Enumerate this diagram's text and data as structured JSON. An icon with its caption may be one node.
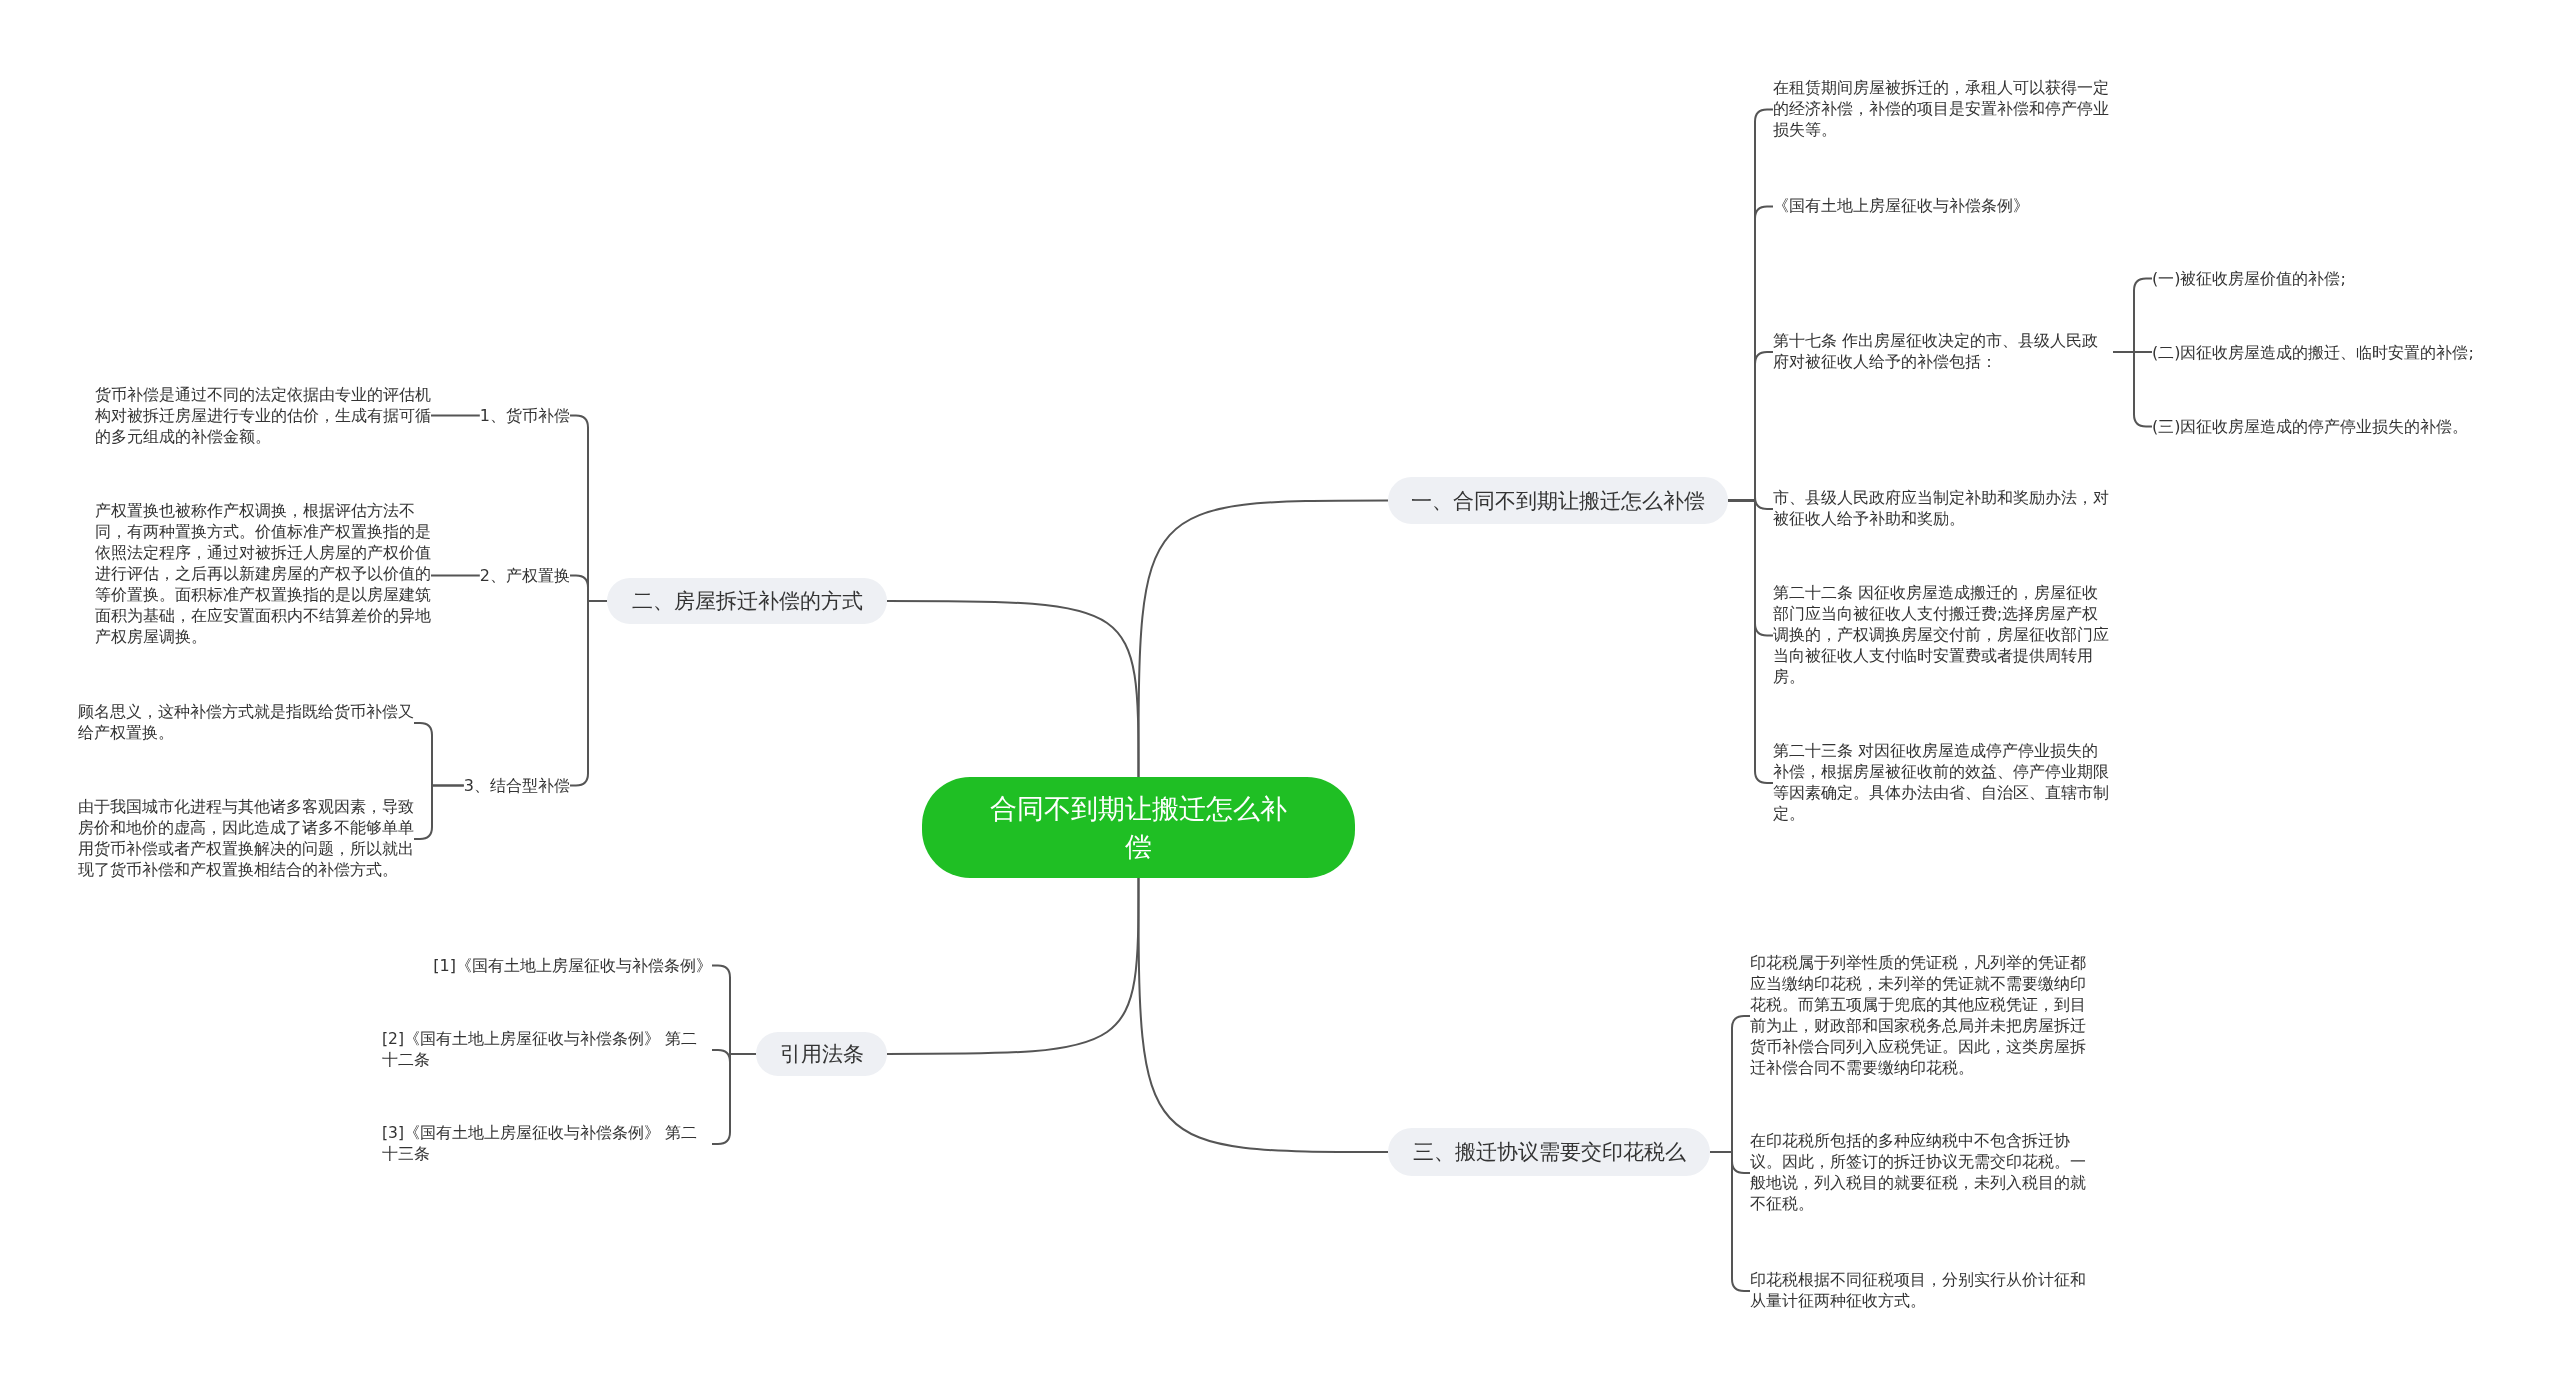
{
  "diagram": {
    "nodes": [
      {
        "text": [
          "合同不到期让搬迁怎么补偿"
        ]
      },
      {
        "text": [
          "一、合同不到期让搬迁怎么补偿"
        ]
      },
      {
        "text": [
          "在租赁期间房屋被拆迁的，承租人可以获得一定的经济补偿，补偿的项目是安置补偿和停产停业损失等。"
        ]
      },
      {
        "text": [
          "《国有土地上房屋征收与补偿条例》"
        ]
      },
      {
        "text": [
          "第十七条 作出房屋征收决定的市、县级人民政府对被征收人给予的补偿包括："
        ]
      },
      {
        "text": [
          "(一)被征收房屋价值的补偿;"
        ]
      },
      {
        "text": [
          "(二)因征收房屋造成的搬迁、临时安置的补偿;"
        ]
      },
      {
        "text": [
          "(三)因征收房屋造成的停产停业损失的补偿。"
        ]
      },
      {
        "text": [
          "市、县级人民政府应当制定补助和奖励办法，对被征收人给予补助和奖励。"
        ]
      },
      {
        "text": [
          "第二十二条 因征收房屋造成搬迁的，房屋征收部门应当向被征收人支付搬迁费;选择房屋产权调换的，产权调换房屋交付前，房屋征收部门应当向被征收人支付临时安置费或者提供周转用房。"
        ]
      },
      {
        "text": [
          "第二十三条 对因征收房屋造成停产停业损失的补偿，根据房屋被征收前的效益、停产停业期限等因素确定。具体办法由省、自治区、直辖市制定。"
        ]
      },
      {
        "text": [
          "二、房屋拆迁补偿的方式"
        ]
      },
      {
        "text": [
          "1、货币补偿"
        ]
      },
      {
        "text": [
          "货币补偿是通过不同的法定依据由专业的评估机构对被拆迁房屋进行专业的估价，生成有据可循的多元组成的补偿金额。"
        ]
      },
      {
        "text": [
          "2、产权置换"
        ]
      },
      {
        "text": [
          "产权置换也被称作产权调换，根据评估方法不同，有两种置换方式。价值标准产权置换指的是依照法定程序，通过对被拆迁人房屋的产权价值进行评估，之后再以新建房屋的产权予以价值的等价置换。面积标准产权置换指的是以房屋建筑面积为基础，在应安置面积内不结算差价的异地产权房屋调换。"
        ]
      },
      {
        "text": [
          "3、结合型补偿"
        ]
      },
      {
        "text": [
          "顾名思义，这种补偿方式就是指既给货币补偿又给产权置换。"
        ]
      },
      {
        "text": [
          "由于我国城市化进程与其他诸多客观因素，导致房价和地价的虚高，因此造成了诸多不能够单单用货币补偿或者产权置换解决的问题，所以就出现了货币补偿和产权置换相结合的补偿方式。"
        ]
      },
      {
        "text": [
          "引用法条"
        ]
      },
      {
        "text": [
          "[1]《国有土地上房屋征收与补偿条例》"
        ]
      },
      {
        "text": [
          "[2]《国有土地上房屋征收与补偿条例》 第二十二条"
        ]
      },
      {
        "text": [
          "[3]《国有土地上房屋征收与补偿条例》 第二十三条"
        ]
      },
      {
        "text": [
          "三、搬迁协议需要交印花税么"
        ]
      },
      {
        "text": [
          "印花税属于列举性质的凭证税，凡列举的凭证都应当缴纳印花税，未列举的凭证就不需要缴纳印花税。而第五项属于兜底的其他应税凭证，到目前为止，财政部和国家税务总局并未把房屋拆迁货币补偿合同列入应税凭证。因此，这类房屋拆迁补偿合同不需要缴纳印花税。"
        ]
      },
      {
        "text": [
          "在印花税所包括的多种应纳税中不包含拆迁协议。因此，所签订的拆迁协议无需交印花税。一般地说，列入税目的就要征税，未列入税目的就不征税。"
        ]
      },
      {
        "text": [
          "印花税根据不同征税项目，分别实行从价计征和从量计征两种征收方式。"
        ]
      }
    ],
    "edges": [
      {
        "from": 0,
        "to": 1,
        "arrow": "none"
      },
      {
        "from": 1,
        "to": 2,
        "arrow": "none"
      },
      {
        "from": 1,
        "to": 3,
        "arrow": "none"
      },
      {
        "from": 1,
        "to": 4,
        "arrow": "none"
      },
      {
        "from": 4,
        "to": 5,
        "arrow": "none"
      },
      {
        "from": 4,
        "to": 6,
        "arrow": "none"
      },
      {
        "from": 4,
        "to": 7,
        "arrow": "none"
      },
      {
        "from": 1,
        "to": 8,
        "arrow": "none"
      },
      {
        "from": 1,
        "to": 9,
        "arrow": "none"
      },
      {
        "from": 1,
        "to": 10,
        "arrow": "none"
      },
      {
        "from": 0,
        "to": 11,
        "arrow": "none"
      },
      {
        "from": 11,
        "to": 12,
        "arrow": "none"
      },
      {
        "from": 12,
        "to": 13,
        "arrow": "none"
      },
      {
        "from": 11,
        "to": 14,
        "arrow": "none"
      },
      {
        "from": 14,
        "to": 15,
        "arrow": "none"
      },
      {
        "from": 11,
        "to": 16,
        "arrow": "none"
      },
      {
        "from": 16,
        "to": 17,
        "arrow": "none"
      },
      {
        "from": 16,
        "to": 18,
        "arrow": "none"
      },
      {
        "from": 0,
        "to": 19,
        "arrow": "none"
      },
      {
        "from": 19,
        "to": 20,
        "arrow": "none"
      },
      {
        "from": 19,
        "to": 21,
        "arrow": "none"
      },
      {
        "from": 19,
        "to": 22,
        "arrow": "none"
      },
      {
        "from": 0,
        "to": 23,
        "arrow": "none"
      },
      {
        "from": 23,
        "to": 24,
        "arrow": "none"
      },
      {
        "from": 23,
        "to": 25,
        "arrow": "none"
      },
      {
        "from": 23,
        "to": 26,
        "arrow": "none"
      }
    ]
  }
}
